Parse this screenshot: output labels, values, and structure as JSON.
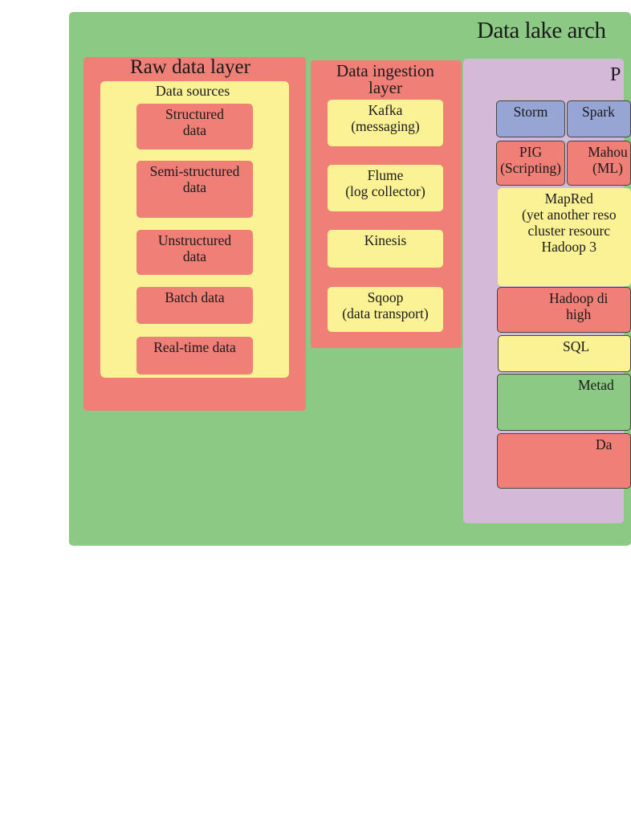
{
  "diagram": {
    "title": "Data lake arch",
    "raw_layer": {
      "title": "Raw data layer",
      "sources_title": "Data sources",
      "items": [
        "Structured\ndata",
        "Semi-structured\ndata",
        "Unstructured\ndata",
        "Batch data",
        "Real-time data"
      ]
    },
    "ingestion_layer": {
      "title": "Data ingestion\nlayer",
      "items": [
        "Kafka\n(messaging)",
        "Flume\n(log collector)",
        "Kinesis",
        "Sqoop\n(data transport)"
      ]
    },
    "processing_layer": {
      "title": "P",
      "storm": "Storm",
      "spark": "Spark",
      "pig": "PIG\n(Scripting)",
      "mahout": "Mahou\n(ML)",
      "mapreduce": "MapRed\n(yet another reso\ncluster resourc\nHadoop 3",
      "hdfs": "Hadoop di\nhigh",
      "sql": "SQL",
      "metadata": "Metad",
      "data": "Da"
    },
    "colors": {
      "background": "#8cc985",
      "red": "#f07f77",
      "yellow": "#fbf296",
      "purple": "#d5b9d9",
      "blue": "#96a5d4",
      "green": "#8cc985"
    }
  }
}
